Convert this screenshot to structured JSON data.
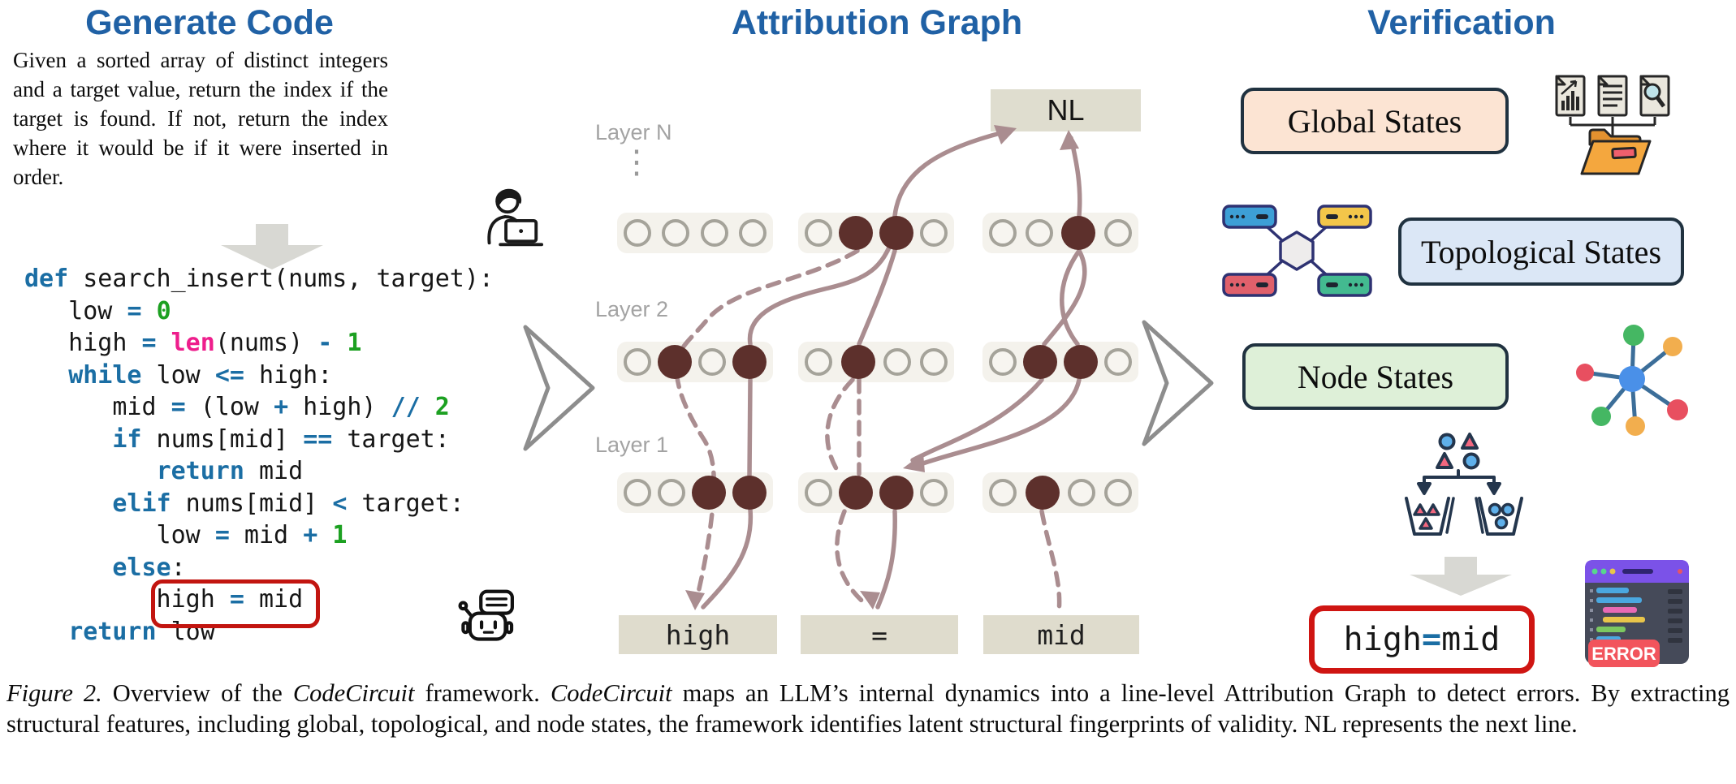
{
  "panels": {
    "left": {
      "title": "Generate Code",
      "problem_text": "Given a sorted array of distinct integers and a target value, return the index if the target is found. If not, return the index where it would be if it were inserted in order.",
      "code_lines": [
        [
          {
            "t": "def",
            "c": "kw"
          },
          {
            "t": " search_insert(nums, target):"
          }
        ],
        [
          {
            "t": "   low "
          },
          {
            "t": "=",
            "c": "kw"
          },
          {
            "t": " "
          },
          {
            "t": "0",
            "c": "num"
          }
        ],
        [
          {
            "t": "   high "
          },
          {
            "t": "=",
            "c": "kw"
          },
          {
            "t": " "
          },
          {
            "t": "len",
            "c": "fn"
          },
          {
            "t": "(nums) "
          },
          {
            "t": "-",
            "c": "kw"
          },
          {
            "t": " "
          },
          {
            "t": "1",
            "c": "num"
          }
        ],
        [
          {
            "t": "   "
          },
          {
            "t": "while",
            "c": "kw"
          },
          {
            "t": " low "
          },
          {
            "t": "<=",
            "c": "kw"
          },
          {
            "t": " high:"
          }
        ],
        [
          {
            "t": "      mid "
          },
          {
            "t": "=",
            "c": "kw"
          },
          {
            "t": " (low "
          },
          {
            "t": "+",
            "c": "kw"
          },
          {
            "t": " high) "
          },
          {
            "t": "//",
            "c": "kw"
          },
          {
            "t": " "
          },
          {
            "t": "2",
            "c": "num"
          }
        ],
        [
          {
            "t": "      "
          },
          {
            "t": "if",
            "c": "kw"
          },
          {
            "t": " nums[mid] "
          },
          {
            "t": "==",
            "c": "kw"
          },
          {
            "t": " target:"
          }
        ],
        [
          {
            "t": "         "
          },
          {
            "t": "return",
            "c": "kw"
          },
          {
            "t": " mid"
          }
        ],
        [
          {
            "t": "      "
          },
          {
            "t": "elif",
            "c": "kw"
          },
          {
            "t": " nums[mid] "
          },
          {
            "t": "<",
            "c": "kw"
          },
          {
            "t": " target:"
          }
        ],
        [
          {
            "t": "         low "
          },
          {
            "t": "=",
            "c": "kw"
          },
          {
            "t": " mid "
          },
          {
            "t": "+",
            "c": "kw"
          },
          {
            "t": " "
          },
          {
            "t": "1",
            "c": "num"
          }
        ],
        [
          {
            "t": "      "
          },
          {
            "t": "else",
            "c": "kw"
          },
          {
            "t": ":"
          }
        ],
        [
          {
            "t": "         high "
          },
          {
            "t": "=",
            "c": "kw"
          },
          {
            "t": " mid"
          }
        ],
        [
          {
            "t": "   "
          },
          {
            "t": "return",
            "c": "kw"
          },
          {
            "t": " low"
          }
        ]
      ]
    },
    "middle": {
      "title": "Attribution Graph",
      "nl_label": "NL",
      "dots_glyph": "⋮",
      "layer_labels": [
        "Layer N",
        "Layer 2",
        "Layer 1"
      ],
      "tokens": [
        "high",
        "=",
        "mid"
      ],
      "rows": [
        {
          "name": "layer-n",
          "groups": [
            [
              0,
              0,
              0,
              0
            ],
            [
              0,
              1,
              1,
              0
            ],
            [
              0,
              0,
              1,
              0
            ]
          ]
        },
        {
          "name": "layer-2",
          "groups": [
            [
              0,
              1,
              0,
              1
            ],
            [
              0,
              1,
              0,
              0
            ],
            [
              0,
              1,
              1,
              0
            ]
          ]
        },
        {
          "name": "layer-1",
          "groups": [
            [
              0,
              0,
              1,
              1
            ],
            [
              0,
              1,
              1,
              0
            ],
            [
              0,
              1,
              0,
              0
            ]
          ]
        }
      ]
    },
    "right": {
      "title": "Verification",
      "state_boxes": [
        {
          "label": "Global States",
          "fill": "#fce4d3"
        },
        {
          "label": "Topological States",
          "fill": "#dbe7f6"
        },
        {
          "label": "Node States",
          "fill": "#def0d8"
        }
      ],
      "result_tokens": [
        {
          "t": "high "
        },
        {
          "t": "=",
          "c": "kw"
        },
        {
          "t": " mid"
        }
      ],
      "error_label": "ERROR"
    }
  },
  "caption": {
    "segments": [
      {
        "text": "Figure 2.",
        "italic": true
      },
      {
        "text": " Overview of the ",
        "italic": false
      },
      {
        "text": "CodeCircuit",
        "italic": true
      },
      {
        "text": " framework. ",
        "italic": false
      },
      {
        "text": "CodeCircuit",
        "italic": true
      },
      {
        "text": " maps an LLM’s internal dynamics into a line-level Attribution Graph to detect errors. By extracting structural features, including global, topological, and node states, the framework identifies latent structural fingerprints of validity. NL represents the next line.",
        "italic": false
      }
    ]
  },
  "colors": {
    "title_blue": "#2061a5",
    "keyword_blue": "#1b6ea4",
    "function_pink": "#ee1e8c",
    "number_green": "#1ca021",
    "arrow_mauve": "#aa8d90",
    "node_fill": "#5d302c",
    "node_group_bg": "#f4f2ec",
    "token_box_bg": "#dfdccd",
    "highlight_red": "#c21510",
    "global_states_fill": "#fce4d3",
    "topological_states_fill": "#dbe7f6",
    "node_states_fill": "#def0d8",
    "error_red": "#f2545c",
    "folder_orange": "#f4a73e"
  }
}
